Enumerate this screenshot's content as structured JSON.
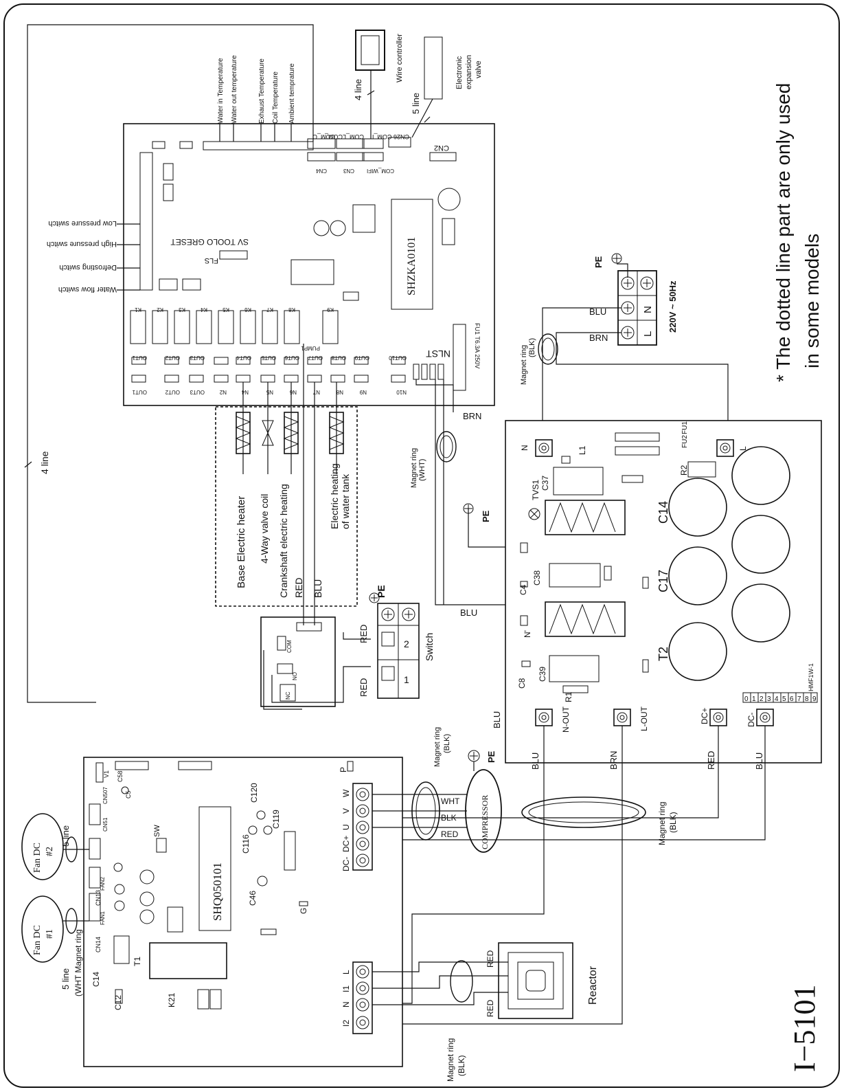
{
  "note_line1": "* The dotted line part are only used",
  "note_line2": "in some models",
  "model_code": "I−5101",
  "main_board": {
    "chip": "SHZKA0101",
    "silk_reset": "SV TOOLO GRESET",
    "fls": "FLS",
    "cn2": "CN2",
    "connectors": [
      "CN26 COM_I",
      "COM_LCOM_",
      "COM_O"
    ],
    "bottom_conn": [
      "CN4",
      "CN3",
      "COM_WIFI"
    ],
    "relay_outs": [
      "OUT1",
      "OUT2",
      "OUT3",
      "OUT4",
      "OUT5",
      "OUT6",
      "OUT7",
      "OUT8",
      "OUT9",
      "OUT10"
    ],
    "neutral": [
      "OUT1",
      "OUT2",
      "OUT3",
      "N2",
      "N4",
      "N5",
      "N6",
      "N7",
      "N8",
      "N9",
      "N10"
    ],
    "relays": [
      "K1",
      "K2",
      "K3",
      "K4",
      "K5",
      "K6",
      "K7",
      "K8",
      "K9"
    ],
    "pump": "PUMP1",
    "fuse": "FU1 T6.3A 250V",
    "nlst": "NLST"
  },
  "sensors": [
    "Water in Temperature",
    "Water out temperature",
    "Exhaust Temperature",
    "Coil Temperature",
    "Ambient temprature"
  ],
  "switches": [
    "Low pressure switch",
    "High pressure switch",
    "Defrosting switch",
    "Water flow switch"
  ],
  "wire_controller": "Wire controller",
  "exp_valve": [
    "Electronic",
    "expansion",
    "valve"
  ],
  "four_line": "4 line",
  "five_line": "5 line",
  "loads": [
    "Base Electric heater",
    "4-Way valve coil",
    "Crankshaft electric heating",
    "Electric heating",
    "of water tank"
  ],
  "colors": {
    "red": "RED",
    "blu": "BLU",
    "brn": "BRN",
    "wht": "WHT",
    "blk": "BLK"
  },
  "pe": "PE",
  "switch": {
    "label": "Switch",
    "nums": [
      "1",
      "2"
    ],
    "com": "COM",
    "no": "NO",
    "nc": "NC"
  },
  "power": {
    "freq": "220V ~ 50Hz",
    "l": "L",
    "n": "N"
  },
  "magnet": {
    "blk": "Magnet ring",
    "blk2": "(BLK)",
    "wht": "Magnet ring",
    "wht2": "(WHT)"
  },
  "filter_board": {
    "labels": [
      "N",
      "L1",
      "C37",
      "TVS1",
      "C4",
      "C38",
      "N'",
      "C8",
      "C39",
      "R1",
      "R2",
      "FU2",
      "FU1",
      "L",
      "C14",
      "C17",
      "T2",
      "N-OUT",
      "L-OUT",
      "DC+",
      "DC-"
    ],
    "code": "HMF1W-1",
    "digits": [
      "0",
      "1",
      "2",
      "3",
      "4",
      "5",
      "6",
      "7",
      "8",
      "9"
    ]
  },
  "compressor": "COMPRESSOR",
  "comp_wires": [
    "WHT",
    "BLK",
    "RED"
  ],
  "driver_board": {
    "chip": "SHQ050101",
    "terminals": [
      "W",
      "V",
      "U",
      "DC+",
      "DC-"
    ],
    "inputs": [
      "L",
      "I1",
      "N",
      "I2"
    ],
    "labels": [
      "P",
      "G",
      "V1",
      "C5",
      "C58",
      "CN51",
      "CN507",
      "SW",
      "C116",
      "C119",
      "C120",
      "C46",
      "FAN1",
      "FAN2",
      "CN14",
      "CN13",
      "C14",
      "T1",
      "C12",
      "K21"
    ]
  },
  "fan1": [
    "Fan DC",
    "#1"
  ],
  "fan2": [
    "Fan DC",
    "#2"
  ],
  "wht_magnet": "(WHT Magnet ring",
  "reactor": "Reactor"
}
